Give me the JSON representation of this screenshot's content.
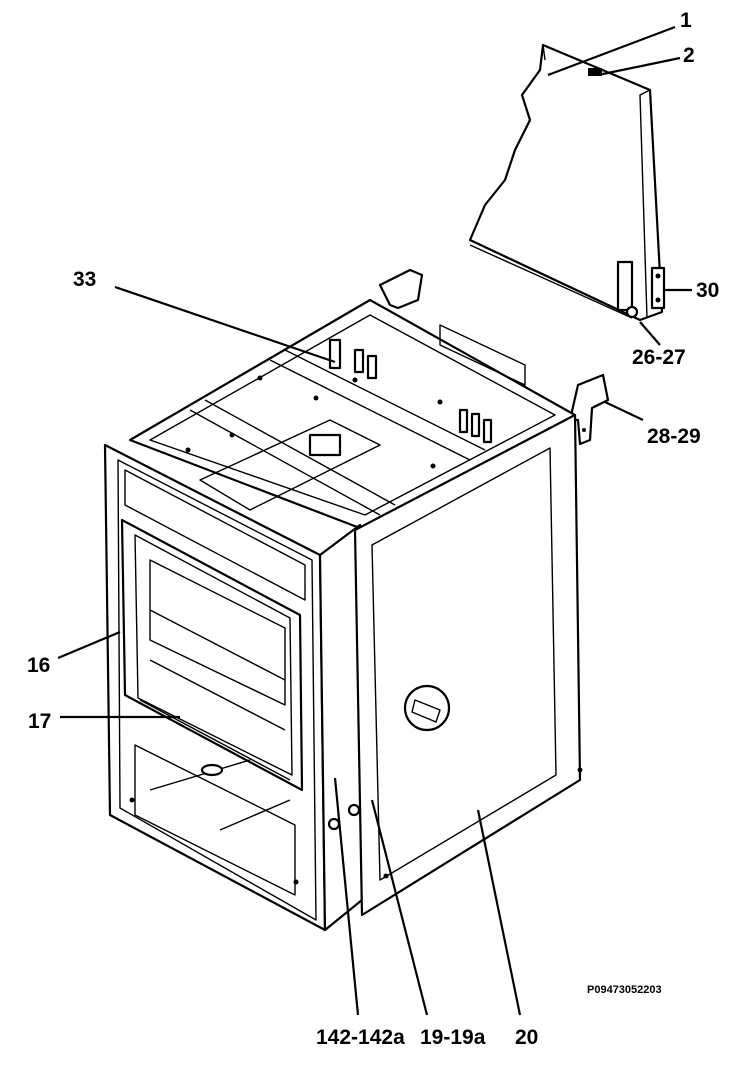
{
  "diagram": {
    "part_labels": [
      {
        "id": "1",
        "text": "1"
      },
      {
        "id": "2",
        "text": "2"
      },
      {
        "id": "30",
        "text": "30"
      },
      {
        "id": "26-27",
        "text": "26-27"
      },
      {
        "id": "28-29",
        "text": "28-29"
      },
      {
        "id": "33",
        "text": "33"
      },
      {
        "id": "16",
        "text": "16"
      },
      {
        "id": "17",
        "text": "17"
      },
      {
        "id": "142-142a",
        "text": "142-142a"
      },
      {
        "id": "19-19a",
        "text": "19-19a"
      },
      {
        "id": "20",
        "text": "20"
      }
    ],
    "drawing_code": "P09473052203"
  }
}
